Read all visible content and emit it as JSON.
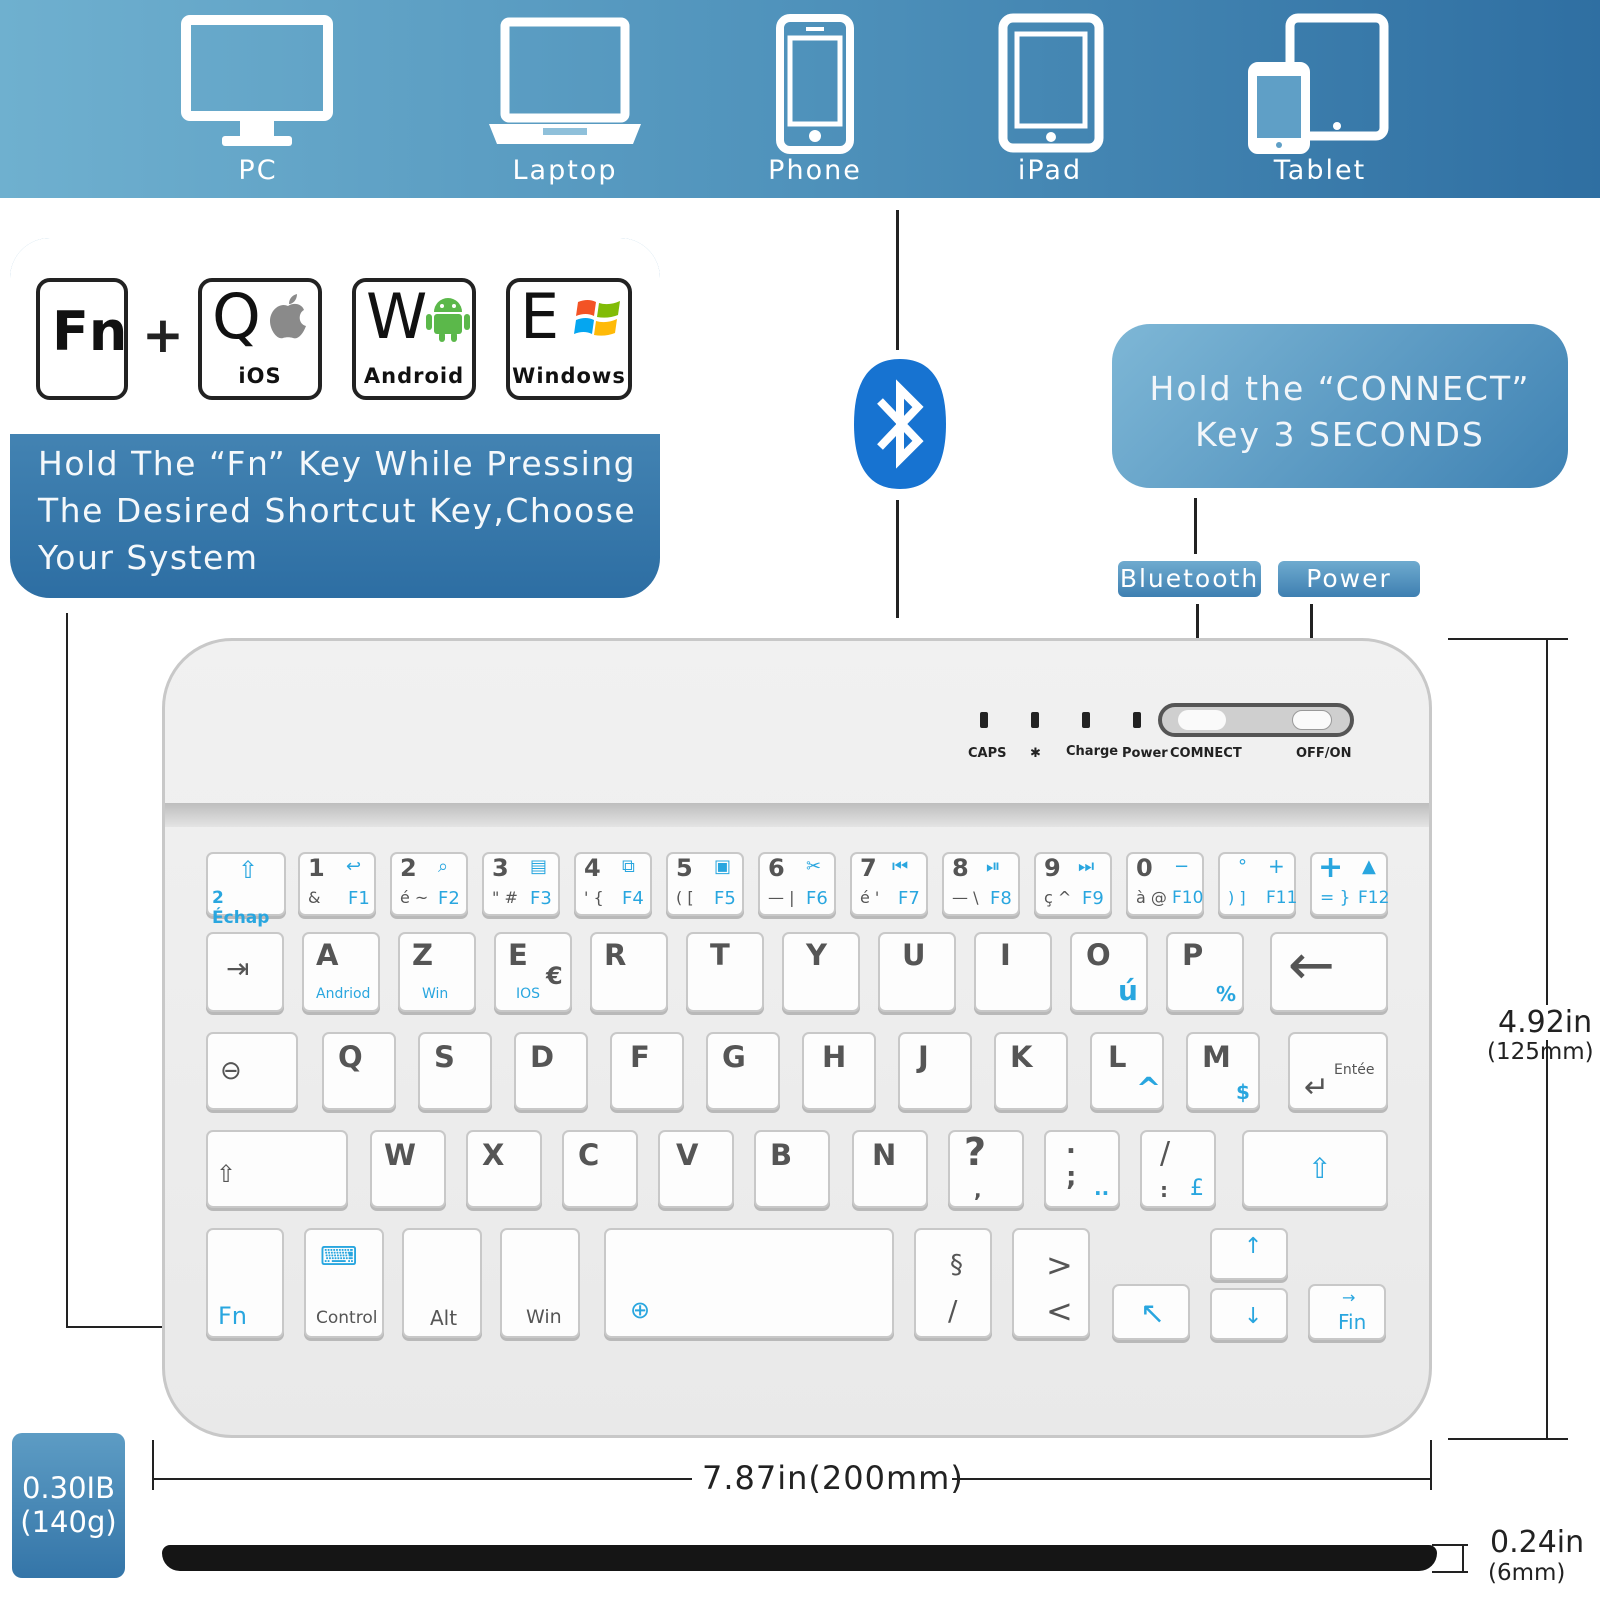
{
  "devices": [
    {
      "label": "PC",
      "icon": "monitor-icon"
    },
    {
      "label": "Laptop",
      "icon": "laptop-icon"
    },
    {
      "label": "Phone",
      "icon": "phone-icon"
    },
    {
      "label": "iPad",
      "icon": "ipad-icon"
    },
    {
      "label": "Tablet",
      "icon": "tablet-icon"
    }
  ],
  "shortcut": {
    "fn": "Fn",
    "plus": "+",
    "keys": [
      {
        "letter": "Q",
        "label": "iOS",
        "icon": "apple-icon"
      },
      {
        "letter": "W",
        "label": "Android",
        "icon": "android-icon"
      },
      {
        "letter": "E",
        "label": "Windows",
        "icon": "windows-icon"
      }
    ],
    "text_lines": [
      "Hold The “Fn” Key  While Pressing",
      "The Desired Shortcut Key,Choose",
      "Your System"
    ]
  },
  "connect": {
    "lines": [
      "Hold the “CONNECT”",
      "Key 3 SECONDS"
    ],
    "bluetooth_label": "Bluetooth",
    "power_label": "Power"
  },
  "indicators": {
    "caps": "CAPS",
    "bt_symbol": "✱",
    "charge": "Charge",
    "power": "Power",
    "connect": "COMNECT",
    "offon": "OFF/ON"
  },
  "keyboard": {
    "row1": [
      {
        "top": "⇧",
        "bottom": "2 Échap"
      },
      {
        "top": "1",
        "topb": "↩",
        "bottom": "&",
        "bottomb": "F1"
      },
      {
        "top": "2",
        "topb": "⌕",
        "bottom": "é ~",
        "bottomb": "F2"
      },
      {
        "top": "3",
        "topb": "▤",
        "bottom": "\" #",
        "bottomb": "F3"
      },
      {
        "top": "4",
        "topb": "⧉",
        "bottom": "' {",
        "bottomb": "F4"
      },
      {
        "top": "5",
        "topb": "▣",
        "bottom": "( [",
        "bottomb": "F5"
      },
      {
        "top": "6",
        "topb": "✂",
        "bottom": "— |",
        "bottomb": "F6"
      },
      {
        "top": "7",
        "topb": "⏮",
        "bottom": "é '",
        "bottomb": "F7"
      },
      {
        "top": "8",
        "topb": "⏯",
        "bottom": "— \\",
        "bottomb": "F8"
      },
      {
        "top": "9",
        "topb": "⏭",
        "bottom": "ç ^",
        "bottomb": "F9"
      },
      {
        "top": "0",
        "topb": "−",
        "bottom": "à @",
        "bottomb": "F10"
      },
      {
        "top": "°",
        "topb": "+",
        "bottom": ") ]",
        "bottomb": "F11"
      },
      {
        "top": "+",
        "topb": "▲",
        "bottom": "= }",
        "bottomb": "F12"
      }
    ],
    "row2": [
      {
        "main": "⇥",
        "sub": ""
      },
      {
        "main": "A",
        "sub": "Andriod"
      },
      {
        "main": "Z",
        "sub": "Win"
      },
      {
        "main": "E",
        "sub": "IOS",
        "extra": "€"
      },
      {
        "main": "R",
        "sub": ""
      },
      {
        "main": "T",
        "sub": ""
      },
      {
        "main": "Y",
        "sub": ""
      },
      {
        "main": "U",
        "sub": ""
      },
      {
        "main": "I",
        "sub": ""
      },
      {
        "main": "O",
        "sub": "ú"
      },
      {
        "main": "P",
        "sub": "%"
      },
      {
        "main": "←",
        "sub": ""
      }
    ],
    "row3": [
      {
        "main": "⊖",
        "sub": ""
      },
      {
        "main": "Q",
        "sub": ""
      },
      {
        "main": "S",
        "sub": ""
      },
      {
        "main": "D",
        "sub": ""
      },
      {
        "main": "F",
        "sub": ""
      },
      {
        "main": "G",
        "sub": ""
      },
      {
        "main": "H",
        "sub": ""
      },
      {
        "main": "J",
        "sub": ""
      },
      {
        "main": "K",
        "sub": ""
      },
      {
        "main": "L",
        "sub": "^"
      },
      {
        "main": "M",
        "sub": "$"
      },
      {
        "main": "Entée",
        "sub": "↵"
      }
    ],
    "row4": [
      {
        "main": "⇧",
        "sub": ""
      },
      {
        "main": "W",
        "sub": ""
      },
      {
        "main": "X",
        "sub": ""
      },
      {
        "main": "C",
        "sub": ""
      },
      {
        "main": "V",
        "sub": ""
      },
      {
        "main": "B",
        "sub": ""
      },
      {
        "main": "N",
        "sub": ""
      },
      {
        "main": "?",
        "sub": ","
      },
      {
        "main": ".",
        "sub": ";",
        "extra": ".."
      },
      {
        "main": "/",
        "sub": ":",
        "extra": "£"
      },
      {
        "main": "⇧",
        "sub": ""
      }
    ],
    "row5": [
      {
        "main": "",
        "sub": "Fn"
      },
      {
        "main": "⌨",
        "sub": "Control"
      },
      {
        "main": "",
        "sub": "Alt"
      },
      {
        "main": "",
        "sub": "Win"
      },
      {
        "main": "",
        "sub": "⊕"
      },
      {
        "main": "§",
        "sub": "/"
      },
      {
        "main": ">",
        "sub": "<"
      },
      {
        "main": "↖",
        "sub": ""
      },
      {
        "main": "↑",
        "sub": "↓"
      },
      {
        "main": "→",
        "sub": "Fin"
      }
    ]
  },
  "dimensions": {
    "height_in": "4.92in",
    "height_mm": "(125mm)",
    "width": "7.87in(200mm)",
    "weight_lb": "0.30IB",
    "weight_g": "(140g)",
    "thickness_in": "0.24in",
    "thickness_mm": "(6mm)"
  },
  "bluetooth_icon": "bluetooth-icon",
  "colors": {
    "accent": "#29a6df",
    "banner": "#4f92bb",
    "panel": "#2d6ea3"
  }
}
